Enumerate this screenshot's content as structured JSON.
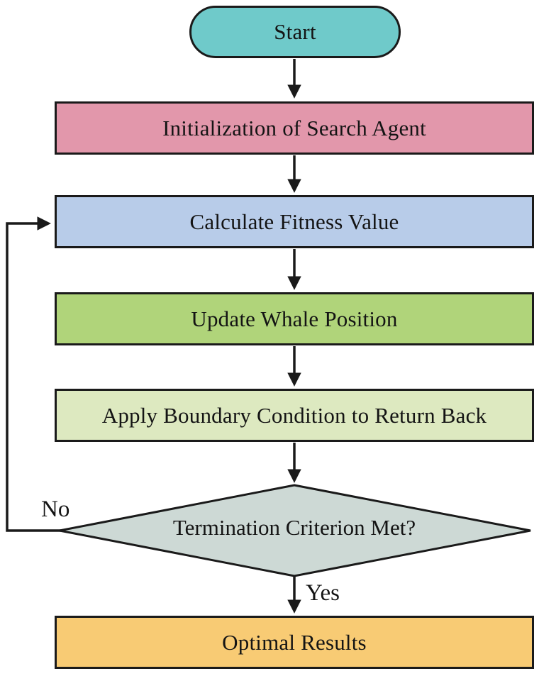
{
  "diagram": {
    "type": "flowchart",
    "stroke_color": "#1a1a1a",
    "background": "#ffffff"
  },
  "nodes": {
    "start": {
      "label": "Start",
      "shape": "stadium",
      "color": "#6fcaca"
    },
    "init": {
      "label": "Initialization of Search Agent",
      "shape": "rect",
      "color": "#e297ab"
    },
    "fitness": {
      "label": "Calculate Fitness Value",
      "shape": "rect",
      "color": "#b8cce9"
    },
    "update": {
      "label": "Update Whale Position",
      "shape": "rect",
      "color": "#b0d47a"
    },
    "boundary": {
      "label": "Apply Boundary Condition to Return Back",
      "shape": "rect",
      "color": "#dde9c0"
    },
    "termination": {
      "label": "Termination Criterion Met?",
      "shape": "diamond",
      "color": "#cdd9d5"
    },
    "optimal": {
      "label": "Optimal Results",
      "shape": "rect",
      "color": "#f8cb74"
    }
  },
  "edge_labels": {
    "no": "No",
    "yes": "Yes"
  }
}
